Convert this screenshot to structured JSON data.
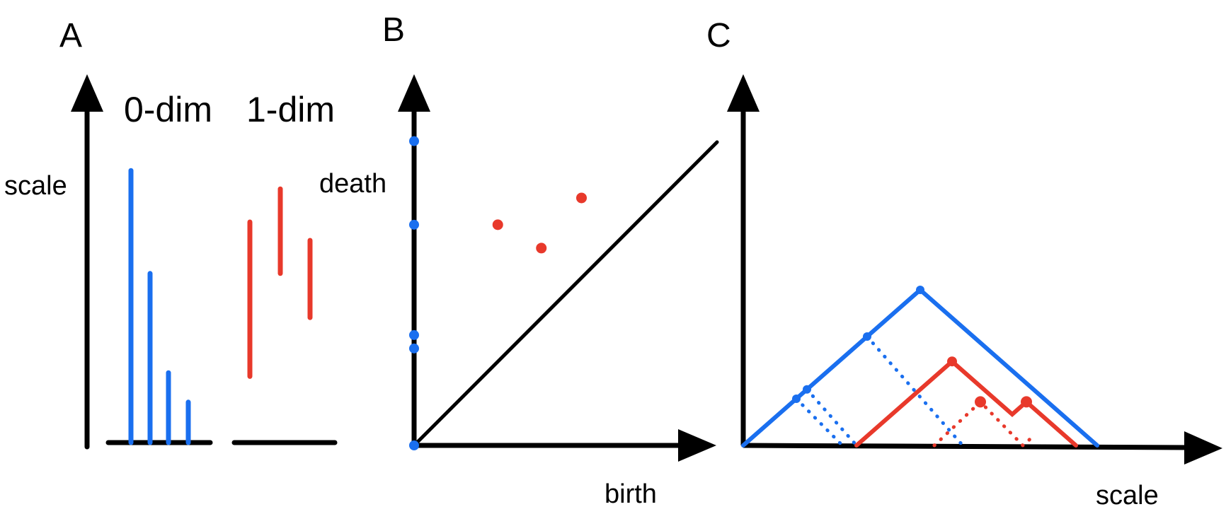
{
  "colors": {
    "h0": "#1a6fef",
    "h1": "#e8392b",
    "axis": "#000000"
  },
  "panels": {
    "A": {
      "letter": "A",
      "ylabel": "scale",
      "group_labels": [
        "0-dim",
        "1-dim"
      ],
      "barcode_0dim": [
        {
          "birth": 0.0,
          "death": 0.74
        },
        {
          "birth": 0.0,
          "death": 0.46
        },
        {
          "birth": 0.0,
          "death": 0.19
        },
        {
          "birth": 0.0,
          "death": 0.11
        }
      ],
      "barcode_1dim": [
        {
          "birth": 0.18,
          "death": 0.6
        },
        {
          "birth": 0.46,
          "death": 0.69
        },
        {
          "birth": 0.34,
          "death": 0.55
        }
      ]
    },
    "B": {
      "letter": "B",
      "xlabel": "birth",
      "ylabel": "death",
      "points_0dim": [
        {
          "birth": 0.0,
          "death": 0.0
        },
        {
          "birth": 0.0,
          "death": 0.29
        },
        {
          "birth": 0.0,
          "death": 0.33
        },
        {
          "birth": 0.0,
          "death": 0.66
        },
        {
          "birth": 0.0,
          "death": 0.91
        }
      ],
      "points_1dim": [
        {
          "birth": 0.25,
          "death": 0.66
        },
        {
          "birth": 0.38,
          "death": 0.59
        },
        {
          "birth": 0.5,
          "death": 0.74
        }
      ]
    },
    "C": {
      "letter": "C",
      "xlabel": "scale",
      "landscape_0dim_solid": [
        [
          0.0,
          0.0
        ],
        [
          0.5,
          0.5
        ],
        [
          1.0,
          0.0
        ]
      ],
      "landscape_0dim_dotted": [
        [
          [
            0.35,
            0.35
          ],
          [
            0.62,
            0.0
          ]
        ],
        [
          [
            0.18,
            0.18
          ],
          [
            0.32,
            0.0
          ]
        ],
        [
          [
            0.15,
            0.15
          ],
          [
            0.28,
            0.0
          ]
        ]
      ],
      "landscape_1dim_solid": [
        [
          0.32,
          0.0
        ],
        [
          0.59,
          0.27
        ],
        [
          0.76,
          0.1
        ],
        [
          0.8,
          0.14
        ],
        [
          0.94,
          0.0
        ]
      ],
      "landscape_1dim_dotted": [
        [
          0.54,
          0.0
        ],
        [
          0.67,
          0.14
        ],
        [
          0.79,
          0.0
        ],
        [
          0.81,
          0.02
        ]
      ],
      "peaks_0dim": [
        [
          0.5,
          0.5
        ],
        [
          0.35,
          0.35
        ],
        [
          0.18,
          0.18
        ],
        [
          0.15,
          0.15
        ]
      ],
      "peaks_1dim": [
        [
          0.59,
          0.27
        ],
        [
          0.67,
          0.14
        ],
        [
          0.8,
          0.14
        ]
      ]
    }
  }
}
